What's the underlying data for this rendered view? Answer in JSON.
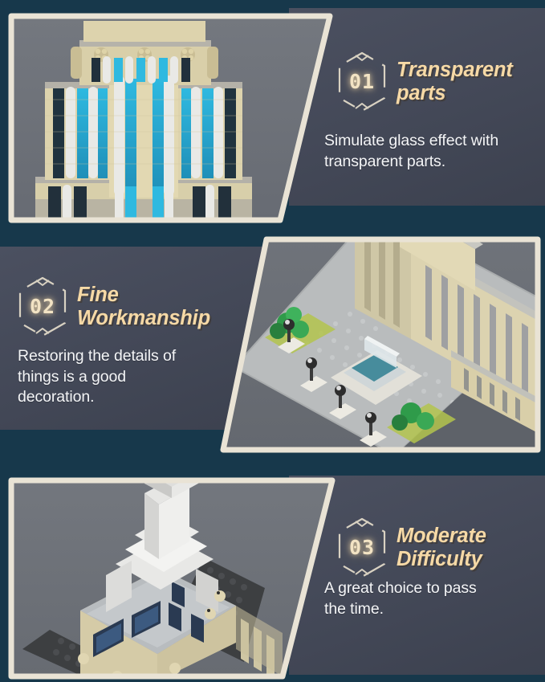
{
  "page": {
    "background_color": "#17384b",
    "panel_color": "#45495a",
    "accent_color": "#f6d9a6",
    "frame_color": "#e8e2d4",
    "photo_bg_color": "#6d7179"
  },
  "features": [
    {
      "number": "01",
      "title": "Transparent\nparts",
      "body": "Simulate glass effect with\ntransparent parts.",
      "image_alt": "lego-building-facade-front-view",
      "layout": "image-left"
    },
    {
      "number": "02",
      "title": "Fine\nWorkmanship",
      "body": "Restoring the details of\nthings is a good\ndecoration.",
      "image_alt": "lego-building-isometric-courtyard",
      "layout": "image-right"
    },
    {
      "number": "03",
      "title": "Moderate\nDifficulty",
      "body": "A great choice to pass\nthe time.",
      "image_alt": "lego-building-spire-closeup",
      "layout": "image-left"
    }
  ]
}
